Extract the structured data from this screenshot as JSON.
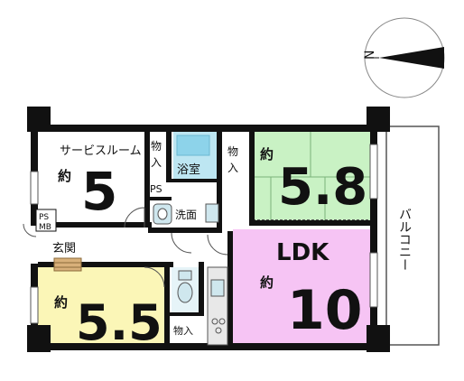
{
  "compass": {
    "north_label": "N"
  },
  "rooms": {
    "service_room": {
      "name": "サービスルーム",
      "prefix": "約",
      "size": "5"
    },
    "storage_north": {
      "label_1": "物",
      "label_2": "入"
    },
    "ps_upper": {
      "label": "PS"
    },
    "bath": {
      "label": "浴室"
    },
    "washroom": {
      "label": "洗面"
    },
    "storage_east": {
      "label_1": "物",
      "label_2": "入"
    },
    "japanese_room": {
      "prefix": "約",
      "size": "5.8"
    },
    "ps_mb": {
      "label_1": "PS",
      "label_2": "MB"
    },
    "entrance": {
      "label": "玄関"
    },
    "bedroom": {
      "prefix": "約",
      "size": "5.5"
    },
    "storage_small": {
      "label": "物入"
    },
    "ldk": {
      "name": "LDK",
      "prefix": "約",
      "size": "10"
    },
    "balcony": {
      "label": "バルコニー"
    }
  },
  "colors": {
    "wall": "#111111",
    "bath": "#bde6f2",
    "bath_tub": "#8dd3ea",
    "japanese_room": "#c9f2c4",
    "bedroom": "#fbf6b7",
    "ldk": "#f6c4f4",
    "fixture": "#cfe7ee"
  }
}
